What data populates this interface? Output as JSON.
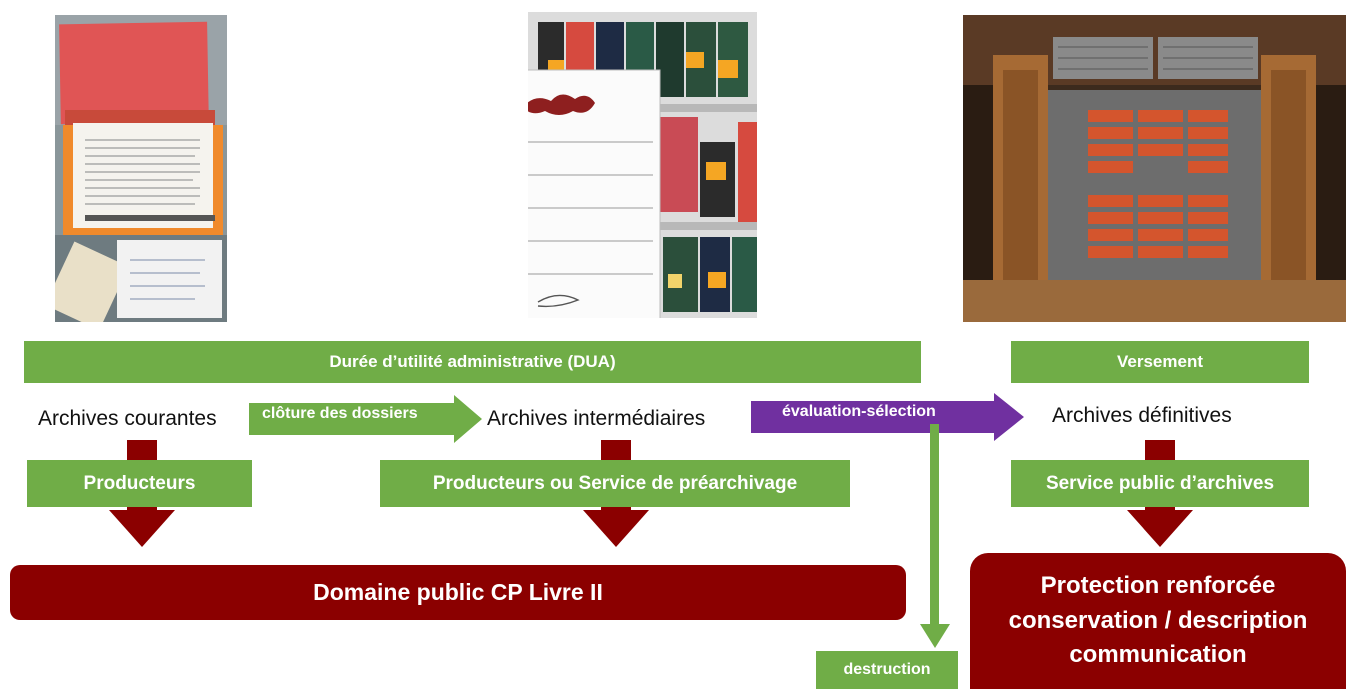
{
  "top_bars": {
    "dua": "Durée d’utilité administrative (DUA)",
    "versement": "Versement"
  },
  "stages": {
    "courantes": "Archives courantes",
    "intermediaires": "Archives intermédiaires",
    "definitives": "Archives définitives"
  },
  "transitions": {
    "cloture": "clôture des dossiers",
    "evaluation": "évaluation-sélection",
    "destruction": "destruction"
  },
  "holders": {
    "producteurs": "Producteurs",
    "prearchivage": "Producteurs ou Service de préarchivage",
    "service_public": "Service public d’archives"
  },
  "status": {
    "domaine_public": "Domaine public CP Livre II",
    "protection": [
      "Protection renforcée",
      "conservation / description",
      "communication"
    ]
  },
  "photos": {
    "left": "stacked-files-photo",
    "middle": "archive-boxes-shelf-photo",
    "right": "archive-cabinet-photo"
  },
  "colors": {
    "green": "#70ad47",
    "dark_red": "#8b0000",
    "purple": "#7030a0"
  }
}
